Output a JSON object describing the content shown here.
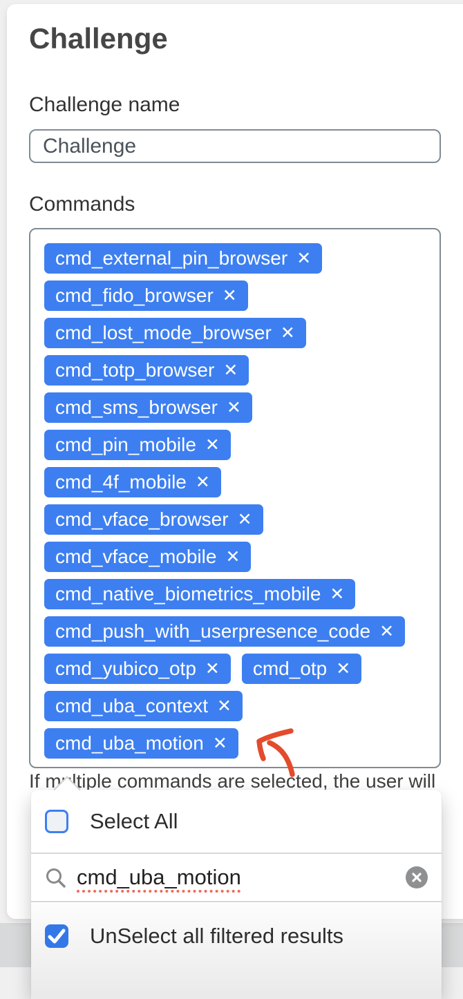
{
  "page": {
    "title": "Challenge",
    "name_label": "Challenge name",
    "name_value": "Challenge",
    "commands_label": "Commands",
    "helper_text": "If multiple commands are selected, the user will"
  },
  "commands": {
    "remove_icon_glyph": "✕",
    "rows": [
      [
        "cmd_external_pin_browser"
      ],
      [
        "cmd_fido_browser"
      ],
      [
        "cmd_lost_mode_browser"
      ],
      [
        "cmd_totp_browser"
      ],
      [
        "cmd_sms_browser"
      ],
      [
        "cmd_pin_mobile"
      ],
      [
        "cmd_4f_mobile"
      ],
      [
        "cmd_vface_browser"
      ],
      [
        "cmd_vface_mobile"
      ],
      [
        "cmd_native_biometrics_mobile"
      ],
      [
        "cmd_push_with_userpresence_code"
      ],
      [
        "cmd_yubico_otp",
        "cmd_otp"
      ],
      [
        "cmd_uba_context"
      ],
      [
        "cmd_uba_motion"
      ]
    ]
  },
  "dropdown": {
    "select_all_label": "Select All",
    "select_all_checked": false,
    "search_value": "cmd_uba_motion",
    "unselect_label": "UnSelect all filtered results",
    "unselect_checked": true
  },
  "colors": {
    "accent_blue": "#3d7ff0",
    "arrow_red": "#e34b2c"
  }
}
